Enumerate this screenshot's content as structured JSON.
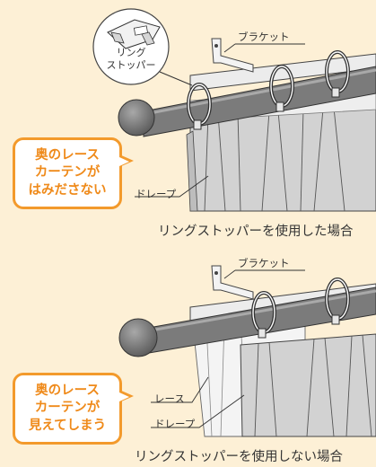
{
  "top_panel": {
    "callout_lines": [
      "奥のレース",
      "カーテンが",
      "はみださない"
    ],
    "bracket_label": "ブラケット",
    "drape_label": "ドレープ",
    "stopper_lines": [
      "リング",
      "ストッパー"
    ],
    "caption": "リングストッパーを使用した場合"
  },
  "bottom_panel": {
    "callout_lines": [
      "奥のレース",
      "カーテンが",
      "見えてしまう"
    ],
    "bracket_label": "ブラケット",
    "lace_label": "レース",
    "drape_label": "ドレープ",
    "caption": "リングストッパーを使用しない場合"
  },
  "colors": {
    "background": "#fdf0d6",
    "accent": "#f39a2c",
    "rod": "#7b7b7b",
    "curtain": "#d2d2d2"
  }
}
